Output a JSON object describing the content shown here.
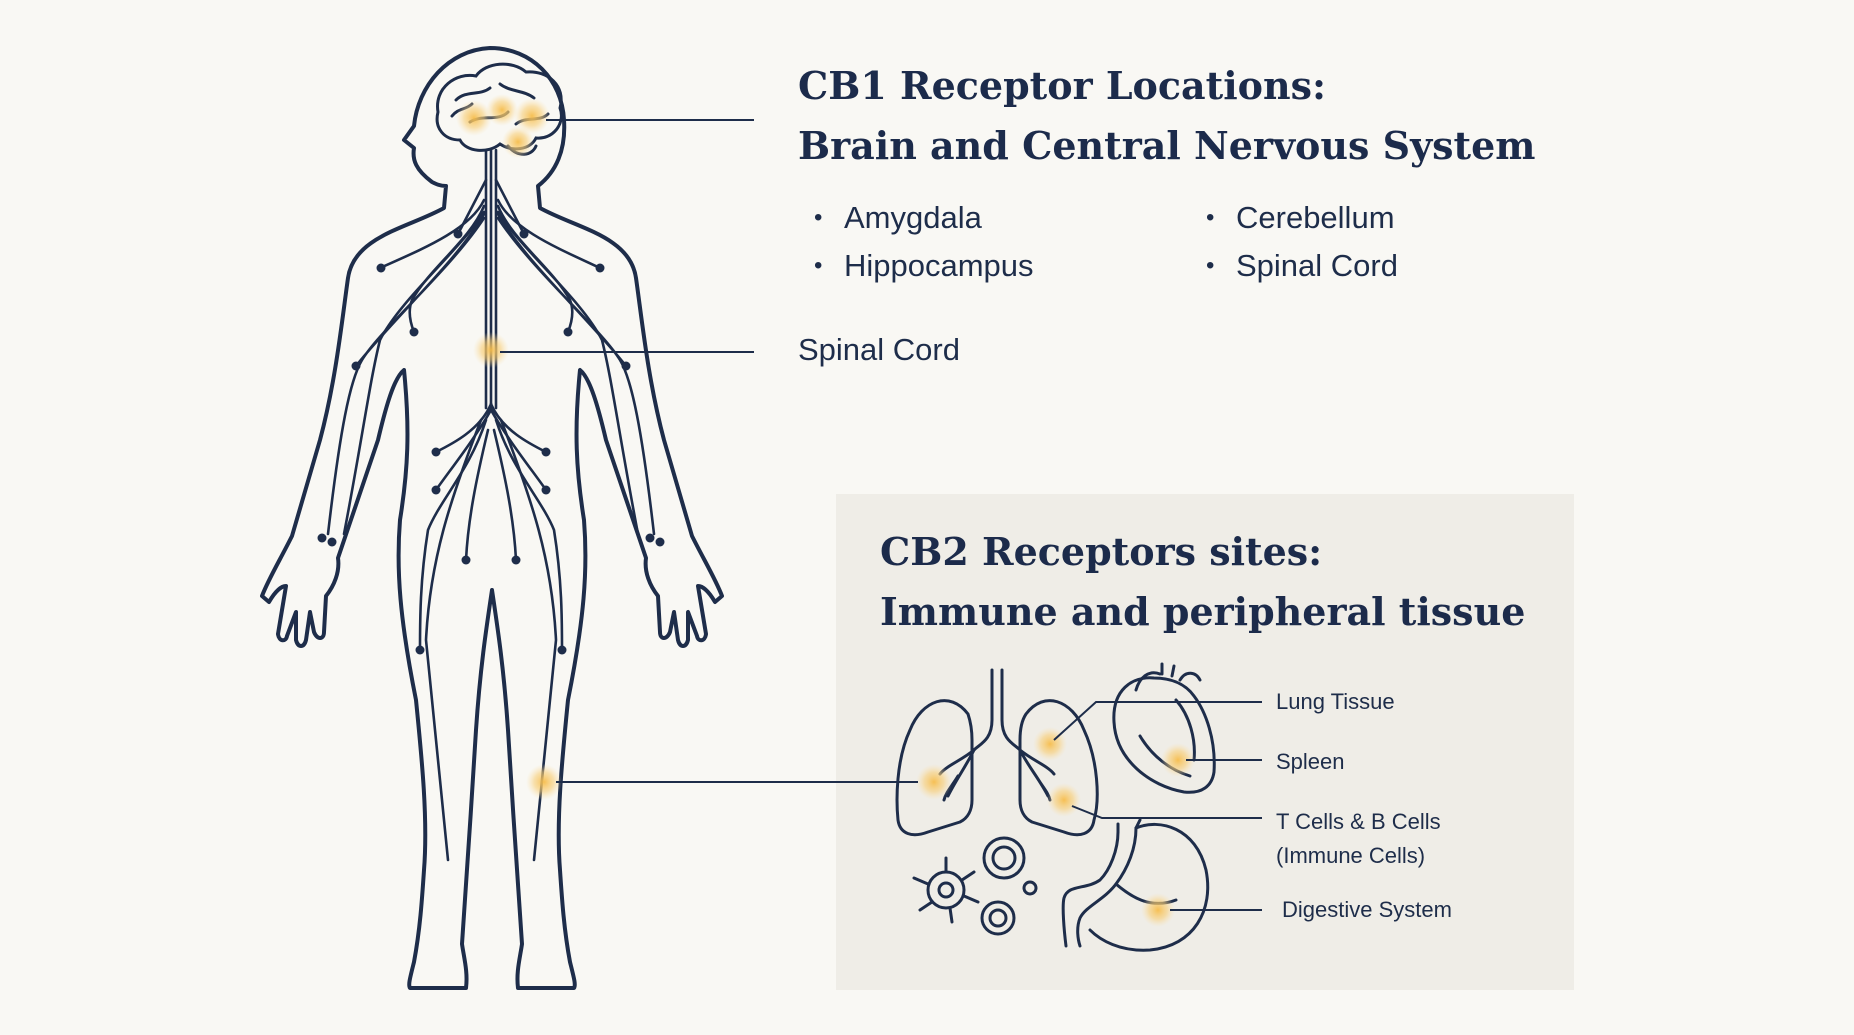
{
  "cb1": {
    "title_line1": "CB1 Receptor Locations:",
    "title_line2": "Brain and Central Nervous System",
    "bullets_left": [
      "Amygdala",
      "Hippocampus"
    ],
    "bullets_right": [
      "Cerebellum",
      "Spinal Cord"
    ],
    "spinal_label": "Spinal Cord"
  },
  "cb2": {
    "title_line1": "CB2 Receptors sites:",
    "title_line2": "Immune and peripheral tissue",
    "labels": {
      "lung": "Lung Tissue",
      "spleen": "Spleen",
      "immune_line1": "T Cells & B Cells",
      "immune_line2": "(Immune Cells)",
      "digestive": "Digestive System"
    }
  },
  "colors": {
    "ink": "#1e2d4a",
    "highlight": "#f7c766",
    "background": "#f9f8f4",
    "panel": "#efede7"
  },
  "icons": [
    "human-body-outline-icon",
    "brain-icon",
    "lungs-icon",
    "heart-icon",
    "stomach-icon",
    "immune-cell-icon"
  ]
}
